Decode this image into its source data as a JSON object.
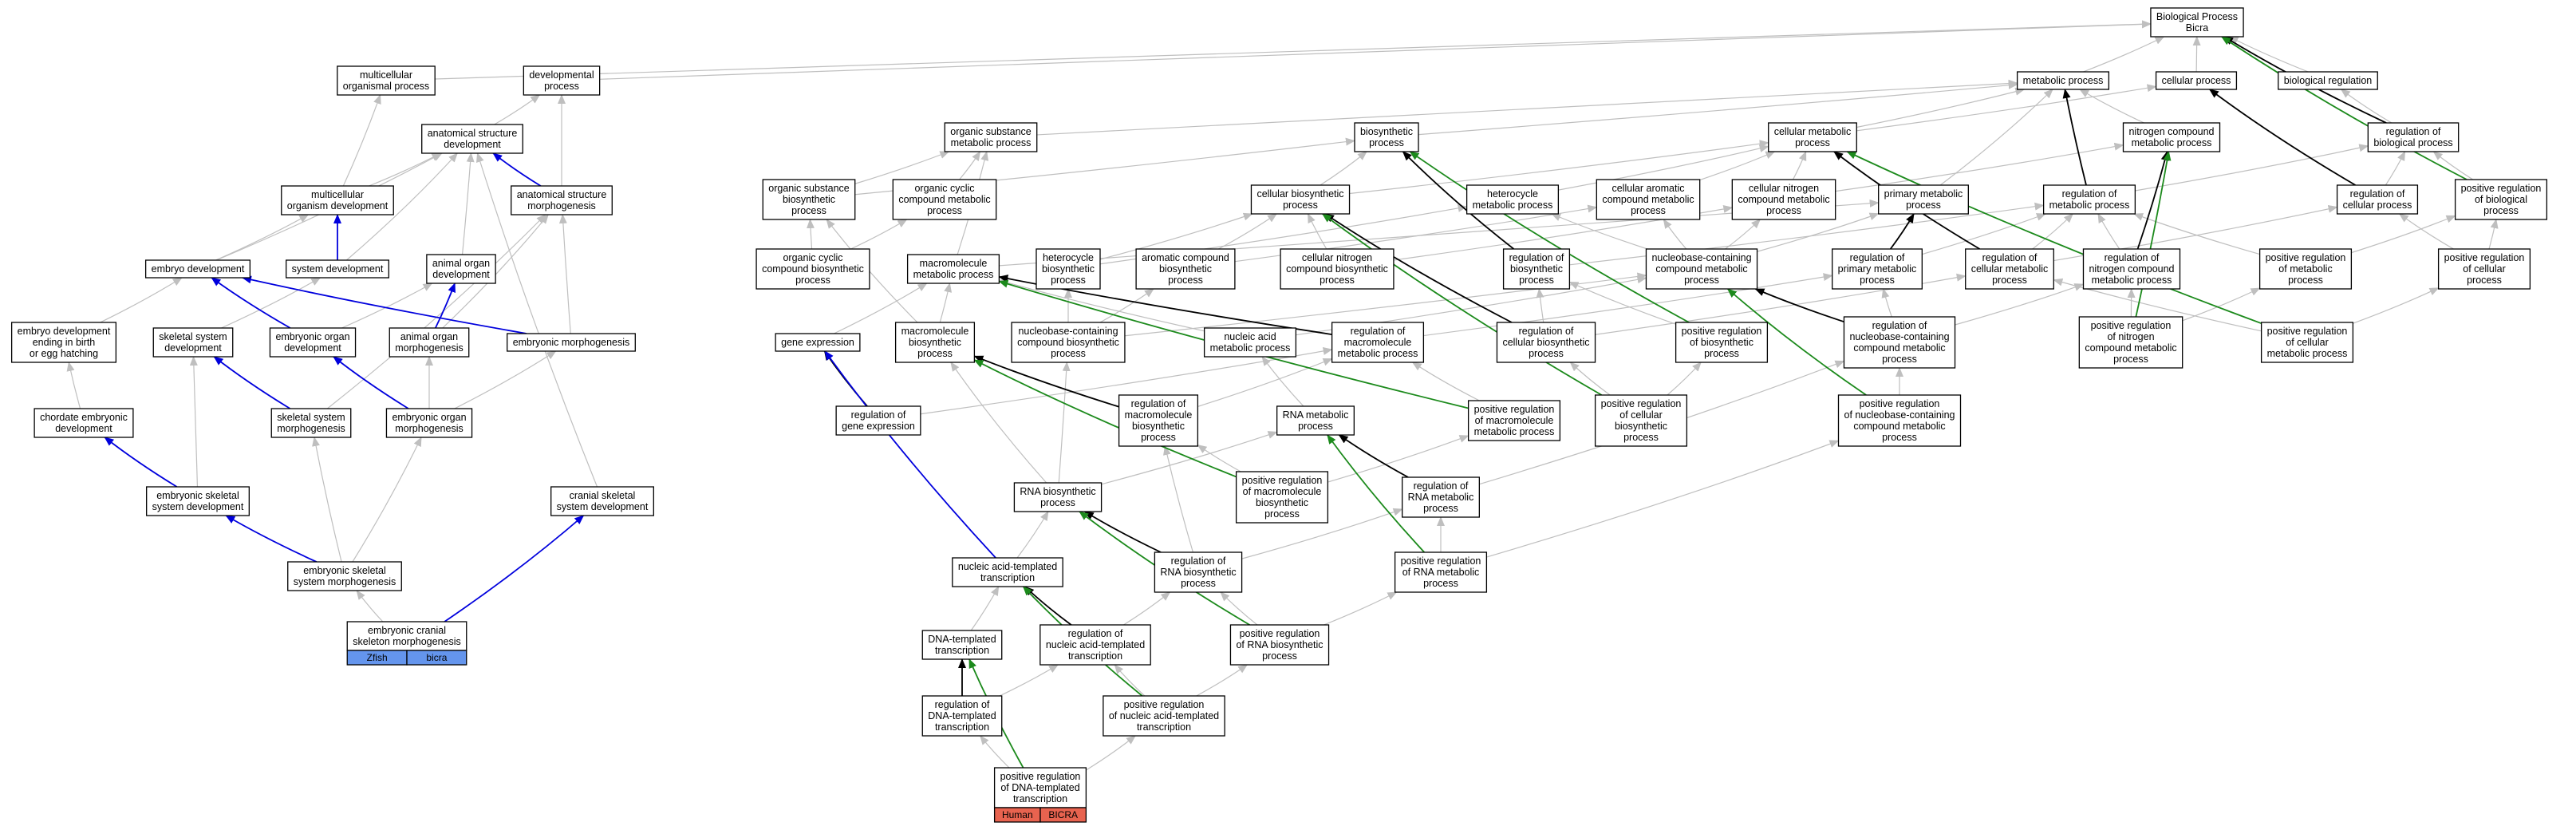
{
  "colors": {
    "gray_edge": "#bfbfbf",
    "black_edge": "#000000",
    "blue_edge": "#0000dd",
    "green_edge": "#1c8a1c",
    "zfish_fill": "#6495ed",
    "human_fill": "#e8634f"
  },
  "species": {
    "zfish": {
      "species": "Zfish",
      "gene": "bicra"
    },
    "human": {
      "species": "Human",
      "gene": "BICRA"
    }
  },
  "nodes": {
    "n1": [
      "Biological Process",
      "Bicra"
    ],
    "n2": [
      "multicellular",
      "organismal process"
    ],
    "n3": [
      "developmental",
      "process"
    ],
    "n4": [
      "anatomical structure",
      "development"
    ],
    "n5": [
      "multicellular",
      "organism development"
    ],
    "n6": [
      "anatomical structure",
      "morphogenesis"
    ],
    "n7": [
      "embryo development"
    ],
    "n8": [
      "system development"
    ],
    "n9": [
      "animal organ",
      "development"
    ],
    "n10": [
      "embryo development",
      "ending in birth",
      "or egg hatching"
    ],
    "n11": [
      "skeletal system",
      "development"
    ],
    "n12": [
      "embryonic organ",
      "development"
    ],
    "n13": [
      "animal organ",
      "morphogenesis"
    ],
    "n14": [
      "embryonic morphogenesis"
    ],
    "n15": [
      "chordate embryonic",
      "development"
    ],
    "n16": [
      "skeletal system",
      "morphogenesis"
    ],
    "n17": [
      "embryonic organ",
      "morphogenesis"
    ],
    "n18": [
      "embryonic skeletal",
      "system development"
    ],
    "n19": [
      "cranial skeletal",
      "system development"
    ],
    "n20": [
      "embryonic skeletal",
      "system morphogenesis"
    ],
    "n21": [
      "embryonic cranial",
      "skeleton morphogenesis"
    ],
    "n22": [
      "metabolic process"
    ],
    "n23": [
      "cellular process"
    ],
    "n24": [
      "biological regulation"
    ],
    "n25": [
      "organic substance",
      "metabolic process"
    ],
    "n26": [
      "biosynthetic",
      "process"
    ],
    "n27": [
      "cellular metabolic",
      "process"
    ],
    "n28": [
      "nitrogen compound",
      "metabolic process"
    ],
    "n29": [
      "regulation of",
      "biological process"
    ],
    "n30": [
      "organic substance",
      "biosynthetic",
      "process"
    ],
    "n31": [
      "organic cyclic",
      "compound metabolic",
      "process"
    ],
    "n32": [
      "cellular biosynthetic",
      "process"
    ],
    "n33": [
      "heterocycle",
      "metabolic process"
    ],
    "n34": [
      "cellular aromatic",
      "compound metabolic",
      "process"
    ],
    "n35": [
      "cellular nitrogen",
      "compound metabolic",
      "process"
    ],
    "n36": [
      "primary metabolic",
      "process"
    ],
    "n37": [
      "regulation of",
      "metabolic process"
    ],
    "n38": [
      "regulation of",
      "cellular process"
    ],
    "n39": [
      "positive regulation",
      "of biological",
      "process"
    ],
    "n40": [
      "organic cyclic",
      "compound biosynthetic",
      "process"
    ],
    "n41": [
      "macromolecule",
      "metabolic process"
    ],
    "n42": [
      "heterocycle",
      "biosynthetic",
      "process"
    ],
    "n43": [
      "aromatic compound",
      "biosynthetic",
      "process"
    ],
    "n44": [
      "cellular nitrogen",
      "compound biosynthetic",
      "process"
    ],
    "n45": [
      "regulation of",
      "biosynthetic",
      "process"
    ],
    "n46": [
      "nucleobase-containing",
      "compound metabolic",
      "process"
    ],
    "n47": [
      "regulation of",
      "primary metabolic",
      "process"
    ],
    "n48": [
      "regulation of",
      "cellular metabolic",
      "process"
    ],
    "n49": [
      "regulation of",
      "nitrogen compound",
      "metabolic process"
    ],
    "n50": [
      "positive regulation",
      "of metabolic",
      "process"
    ],
    "n51": [
      "positive regulation",
      "of cellular",
      "process"
    ],
    "n52": [
      "gene expression"
    ],
    "n53": [
      "macromolecule",
      "biosynthetic",
      "process"
    ],
    "n54": [
      "nucleobase-containing",
      "compound biosynthetic",
      "process"
    ],
    "n55": [
      "nucleic acid",
      "metabolic process"
    ],
    "n56": [
      "regulation of",
      "macromolecule",
      "metabolic process"
    ],
    "n57": [
      "regulation of",
      "cellular biosynthetic",
      "process"
    ],
    "n58": [
      "positive regulation",
      "of biosynthetic",
      "process"
    ],
    "n59": [
      "regulation of",
      "nucleobase-containing",
      "compound metabolic",
      "process"
    ],
    "n60": [
      "positive regulation",
      "of nitrogen",
      "compound metabolic",
      "process"
    ],
    "n61": [
      "positive regulation",
      "of cellular",
      "metabolic process"
    ],
    "n62": [
      "regulation of",
      "gene expression"
    ],
    "n63": [
      "regulation of",
      "macromolecule",
      "biosynthetic",
      "process"
    ],
    "n64": [
      "RNA metabolic",
      "process"
    ],
    "n65": [
      "positive regulation",
      "of macromolecule",
      "metabolic process"
    ],
    "n66": [
      "positive regulation",
      "of cellular",
      "biosynthetic",
      "process"
    ],
    "n67": [
      "positive regulation",
      "of nucleobase-containing",
      "compound metabolic",
      "process"
    ],
    "n68": [
      "RNA biosynthetic",
      "process"
    ],
    "n69": [
      "positive regulation",
      "of macromolecule",
      "biosynthetic",
      "process"
    ],
    "n70": [
      "regulation of",
      "RNA metabolic",
      "process"
    ],
    "n71": [
      "nucleic acid-templated",
      "transcription"
    ],
    "n72": [
      "regulation of",
      "RNA biosynthetic",
      "process"
    ],
    "n73": [
      "positive regulation",
      "of RNA metabolic",
      "process"
    ],
    "n74": [
      "DNA-templated",
      "transcription"
    ],
    "n75": [
      "regulation of",
      "nucleic acid-templated",
      "transcription"
    ],
    "n76": [
      "positive regulation",
      "of RNA biosynthetic",
      "process"
    ],
    "n77": [
      "regulation of",
      "DNA-templated",
      "transcription"
    ],
    "n78": [
      "positive regulation",
      "of nucleic acid-templated",
      "transcription"
    ],
    "n79": [
      "positive regulation",
      "of DNA-templated",
      "transcription"
    ]
  }
}
